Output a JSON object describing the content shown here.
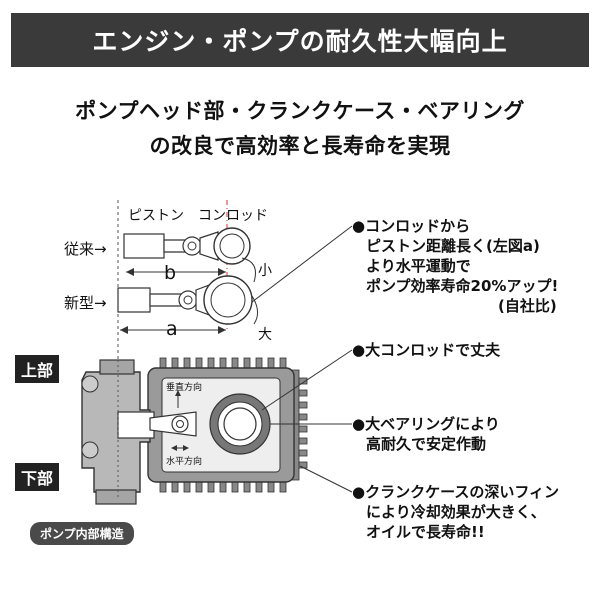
{
  "header": {
    "title": "エンジン・ポンプの耐久性大幅向上"
  },
  "subtitle": {
    "line1": "ポンプヘッド部・クランクケース・ベアリング",
    "line2": "の改良で高効率と長寿命を実現"
  },
  "rod_diagram": {
    "piston_label": "ピストン",
    "conrod_label": "コンロッド",
    "old_label": "従来→",
    "new_label": "新型→",
    "dim_b": "b",
    "dim_a": "a",
    "small_label": "小",
    "large_label": "大"
  },
  "pump_diagram": {
    "upper_label": "上部",
    "lower_label": "下部",
    "vertical_dir": "垂直方向",
    "horizontal_dir": "水平方向",
    "caption": "ポンプ内部構造"
  },
  "notes": [
    {
      "lines": [
        "●コンロッドから",
        "ピストン距離長く(左図a)",
        "より水平運動で",
        "ポンプ効率寿命20%アップ!",
        "(自社比)"
      ]
    },
    {
      "lines": [
        "●大コンロッドで丈夫"
      ]
    },
    {
      "lines": [
        "●大ベアリングにより",
        "高耐久で安定作動"
      ]
    },
    {
      "lines": [
        "●クランクケースの深いフィン",
        "により冷却効果が大きく、",
        "オイルで長寿命!!"
      ]
    }
  ],
  "colors": {
    "header_bg": "#3a3a3a",
    "tag_bg": "#222222",
    "pill_bg": "#4a4a4a"
  }
}
